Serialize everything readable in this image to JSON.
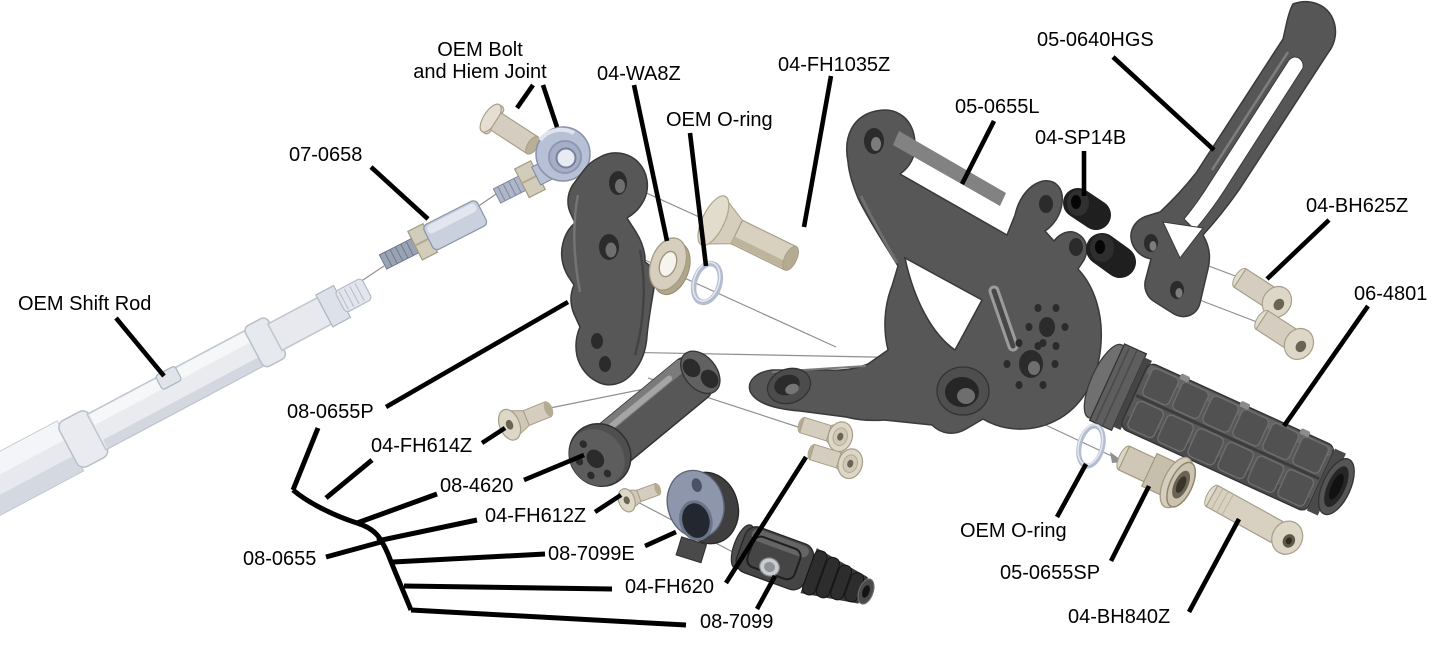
{
  "diagram": {
    "type": "exploded-parts-diagram",
    "subject": "rearset shift-side assembly exploded view",
    "labels": {
      "oem_bolt_line1": "OEM Bolt",
      "oem_bolt_line2": "and Hiem Joint",
      "wa8z": "04-WA8Z",
      "fh1035z": "04-FH1035Z",
      "hgs": "05-0640HGS",
      "oring_top": "OEM O-ring",
      "l0655": "05-0655L",
      "sp14b": "04-SP14B",
      "p07_0658": "07-0658",
      "bh625z": "04-BH625Z",
      "p06_4801": "06-4801",
      "shift_rod": "OEM Shift Rod",
      "p08_0655p": "08-0655P",
      "fh614z": "04-FH614Z",
      "p08_4620": "08-4620",
      "fh612z": "04-FH612Z",
      "p08_0655": "08-0655",
      "p08_7099e": "08-7099E",
      "fh620": "04-FH620",
      "p08_7099": "08-7099",
      "oring_bottom": "OEM O-ring",
      "p05_0655sp": "05-0655SP",
      "bh840z": "04-BH840Z"
    },
    "colors": {
      "background": "#ffffff",
      "text": "#000000",
      "leader_line": "#000000",
      "axis_line": "#8f8f8f",
      "dark_part": "#575757",
      "black_part": "#1f1f1f",
      "hardware_tan": "#d5cec0",
      "steel_blue": "#bcc4d6",
      "rod_white": "#e9ebef"
    }
  }
}
